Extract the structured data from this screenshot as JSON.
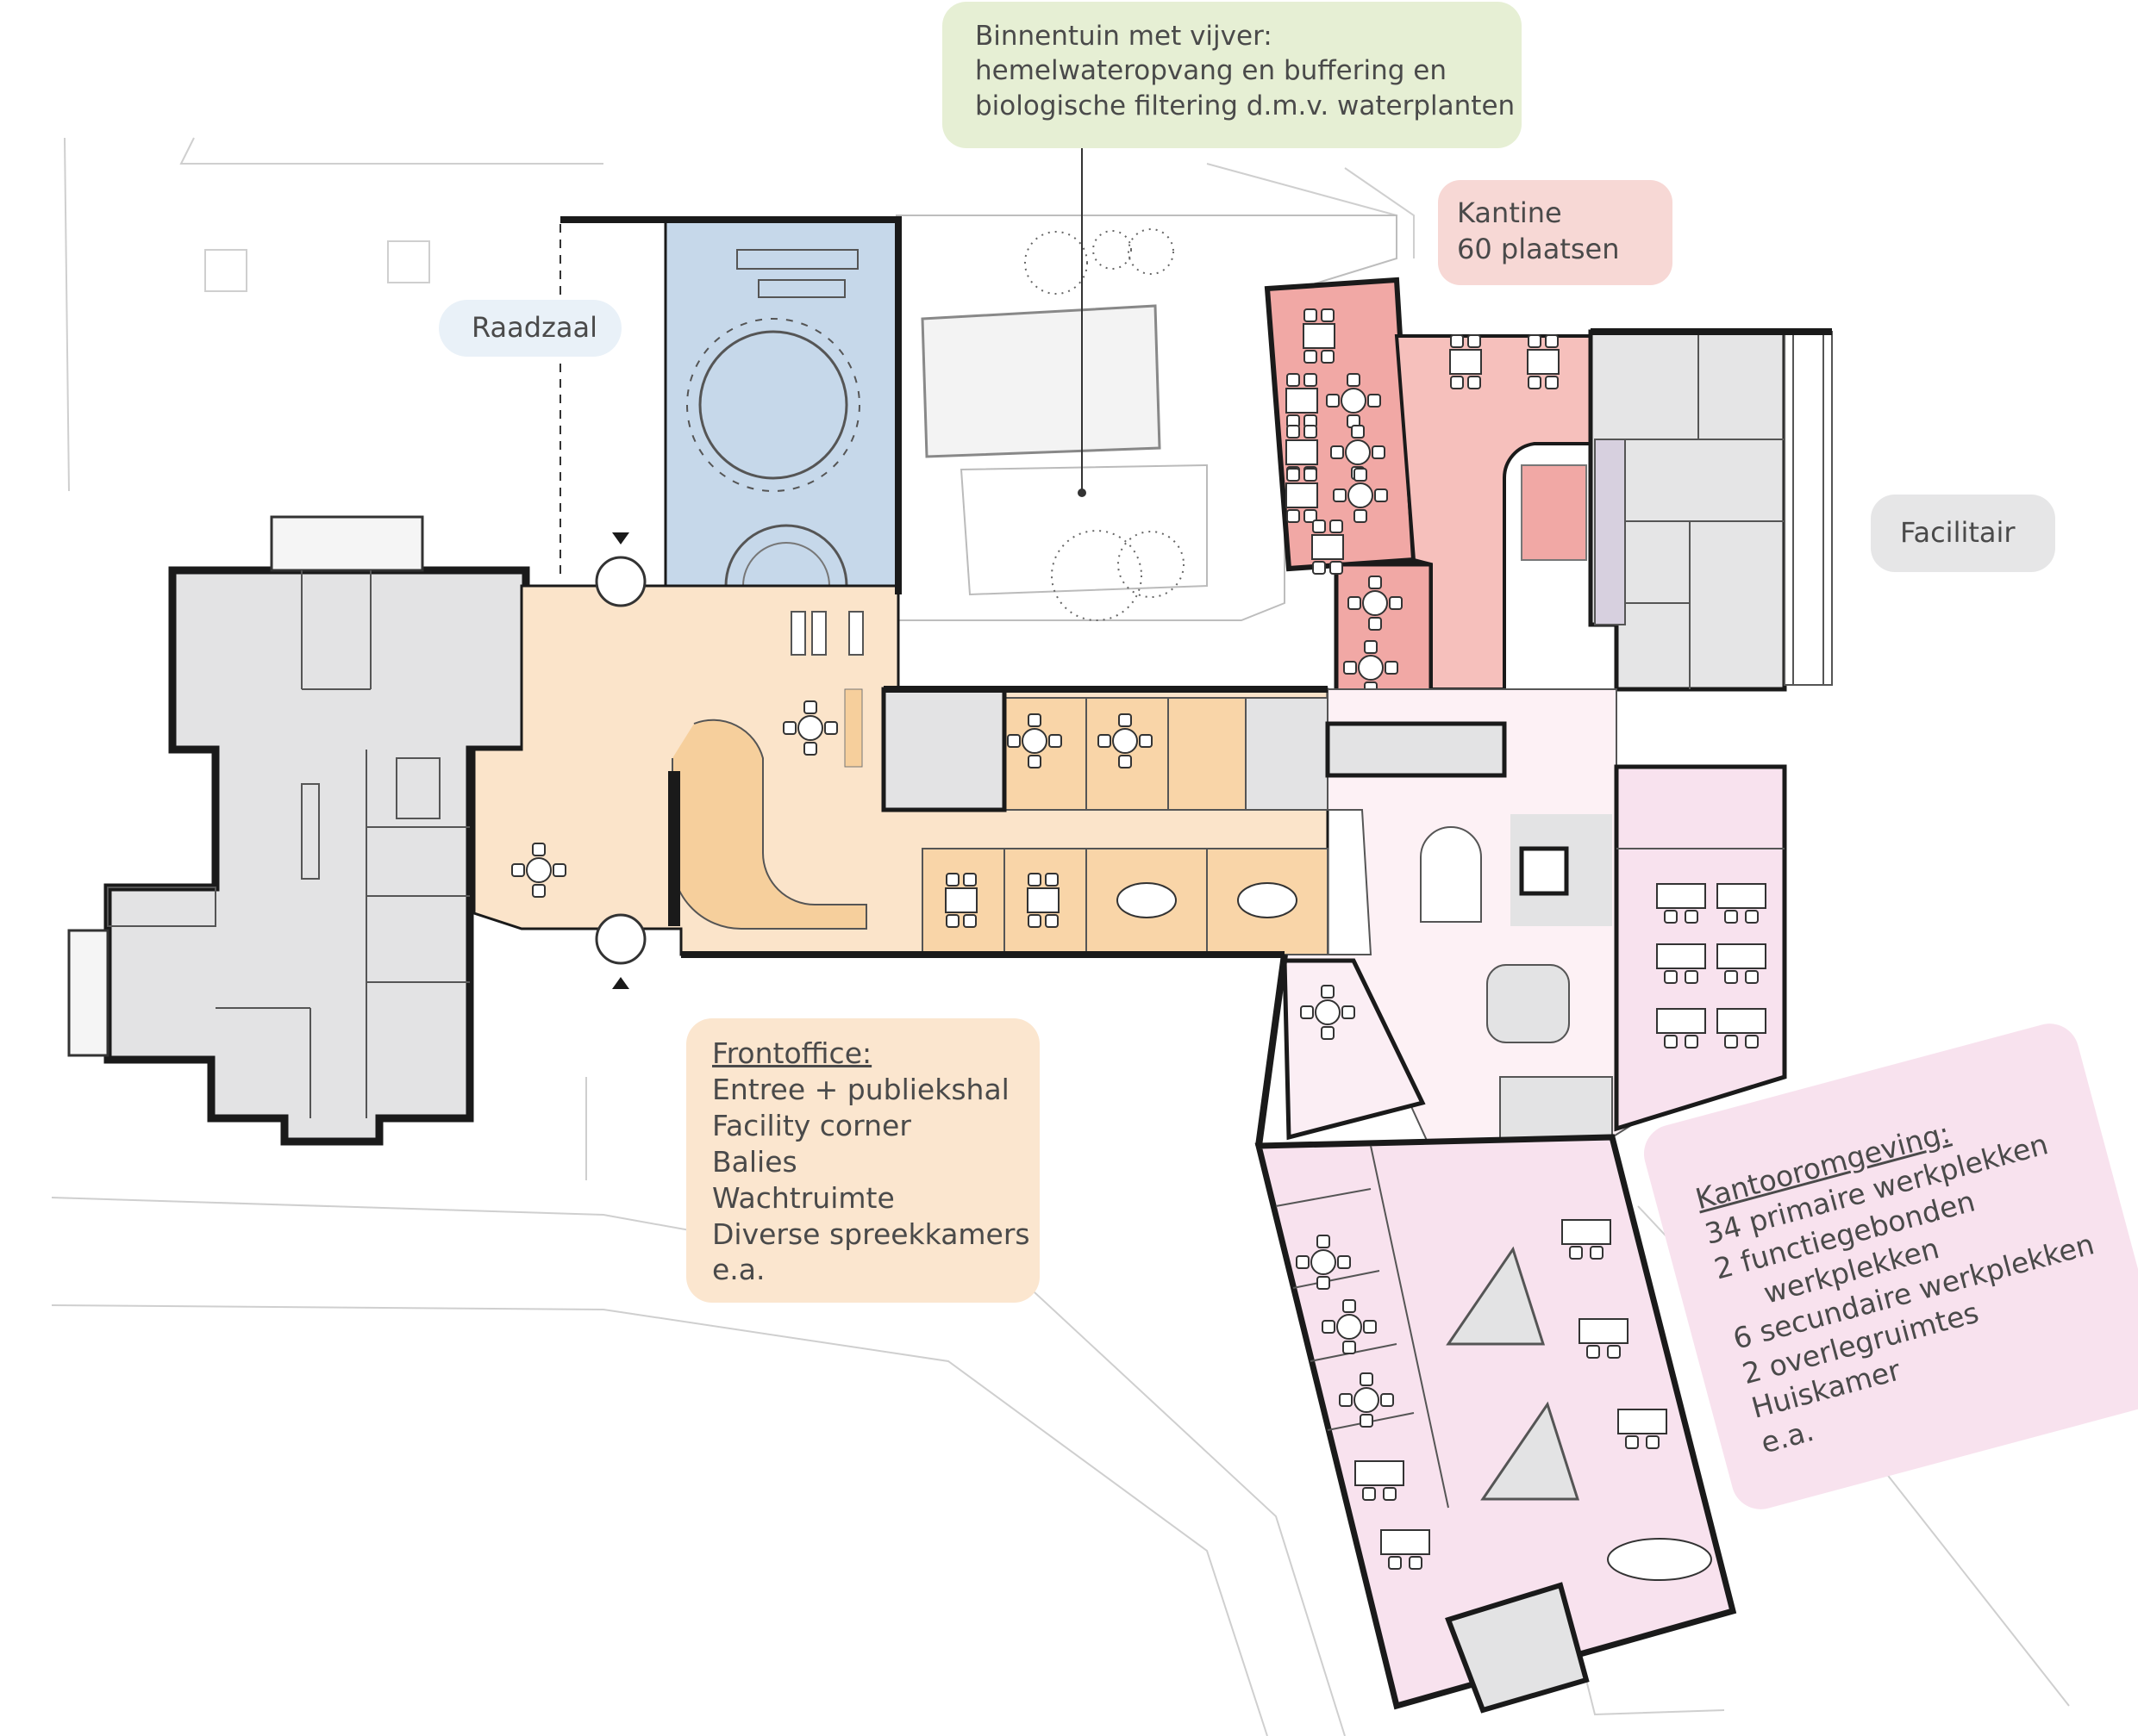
{
  "labels": {
    "binnentuin": [
      "Binnentuin met vijver:",
      "hemelwateropvang en buffering en",
      "biologische filtering d.m.v. waterplanten"
    ],
    "kantine": [
      "Kantine",
      "60 plaatsen"
    ],
    "raadzaal": "Raadzaal",
    "facilitair": "Facilitair",
    "frontoffice": {
      "title": "Frontoffice:",
      "items": [
        "Entree + publiekshal",
        "Facility corner",
        "Balies",
        "Wachtruimte",
        "Diverse spreekkamers",
        "e.a."
      ]
    },
    "kantooromgeving": {
      "title": "Kantooromgeving:",
      "items": [
        "34 primaire werkplekken",
        "2 functiegebonden",
        "werkplekken",
        "6 secundaire werkplekken",
        "2 overlegruimtes",
        "Huiskamer",
        "e.a."
      ]
    }
  },
  "colors": {
    "raadzaal": "#c6d8ea",
    "frontoffice": "#fbe4ca",
    "frontoffice_rooms": "#f9d5a8",
    "kantine": "#f1a8a5",
    "kantine_light": "#f6c0bc",
    "facilitair": "#e5e5e6",
    "kantoor": "#f8e2ee",
    "kantoor_light": "#fbeef4",
    "oud_gebouw": "#e3e3e4",
    "binnentuin": "#ffffff",
    "wall": "#1a1a1a"
  }
}
